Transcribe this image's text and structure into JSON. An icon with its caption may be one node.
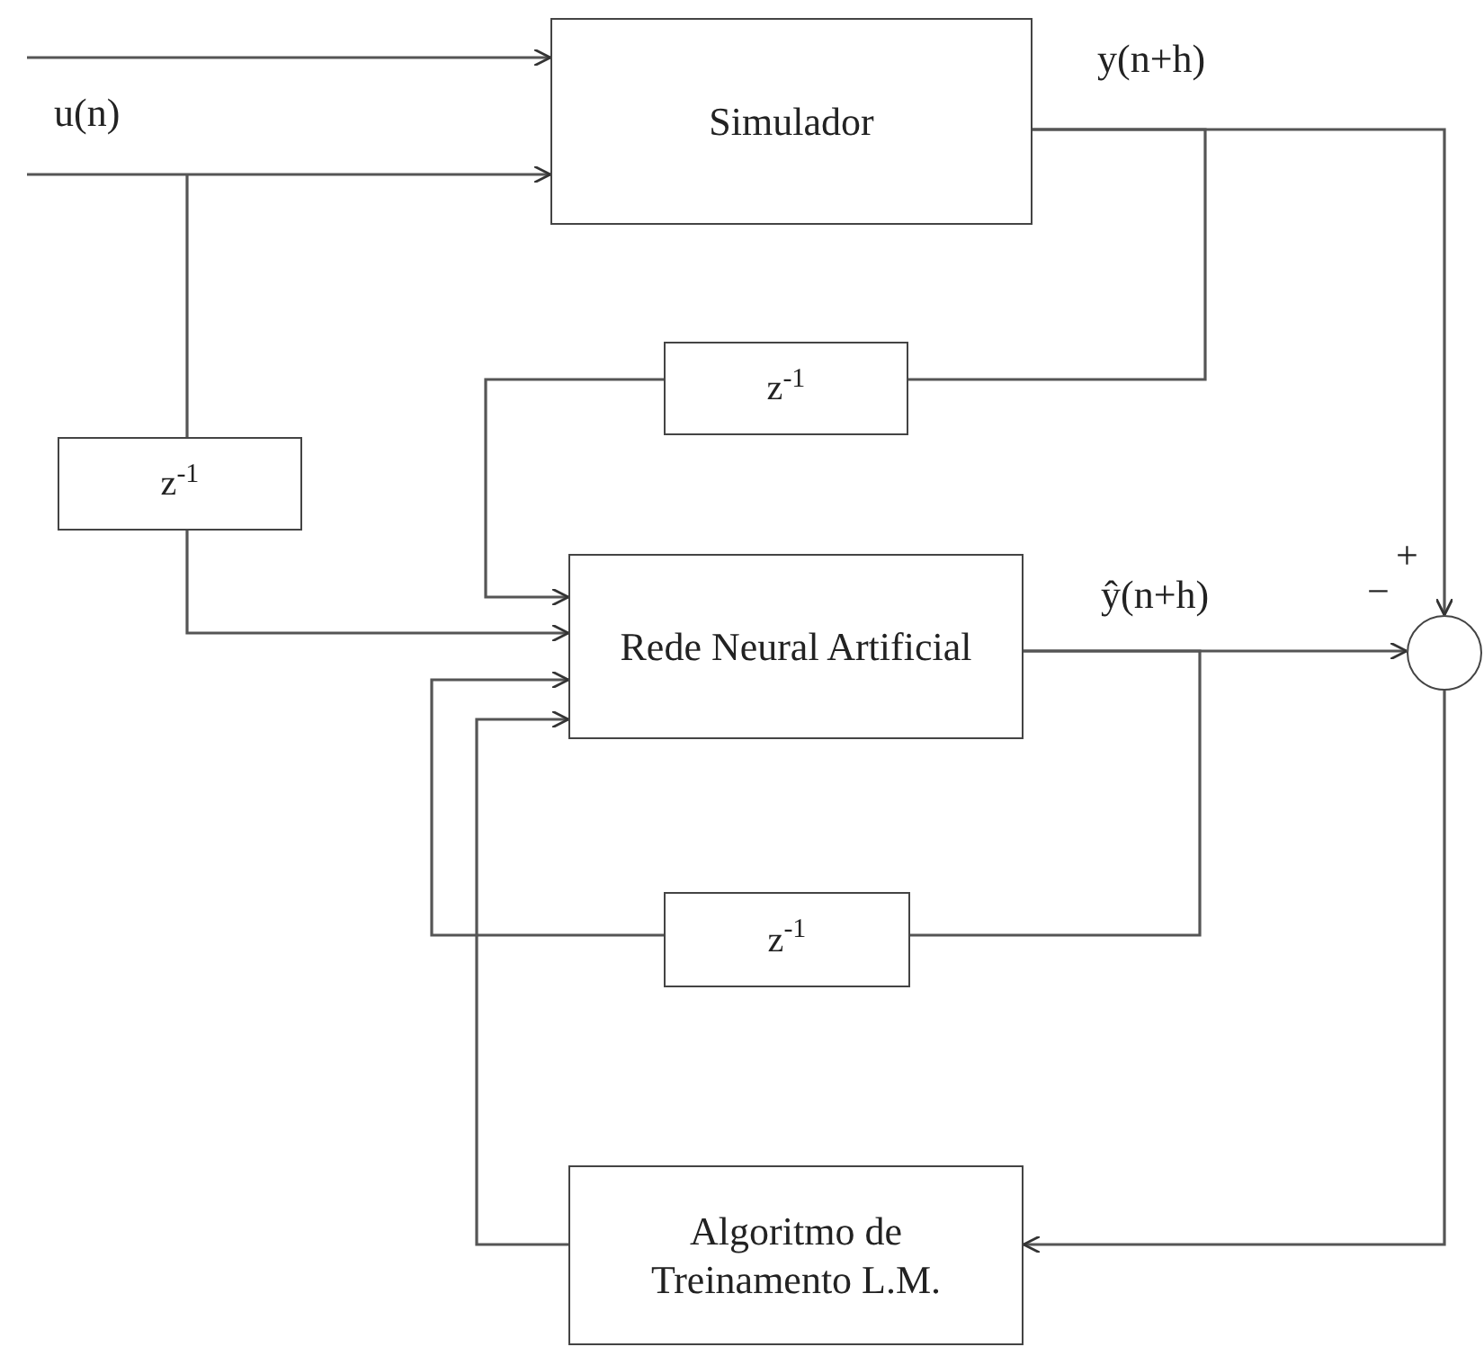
{
  "diagram": {
    "nodes": [
      {
        "text": [
          "Simulador"
        ]
      },
      {
        "text": [
          "z$^{-1}$"
        ]
      },
      {
        "text": [
          "z$^{-1}$"
        ]
      },
      {
        "text": [
          "Rede Neural Artificial"
        ]
      },
      {
        "text": [
          "z$^{-1}$"
        ]
      },
      {
        "text": [
          "Algoritmo de Treinamento L.M."
        ]
      },
      {
        "text": [],
        "shape": "circle"
      }
    ],
    "edges": [
      {
        "from": null,
        "to": 0,
        "arrow": "to"
      },
      {
        "from": null,
        "to": 0,
        "arrow": "to"
      },
      {
        "from": null,
        "to": 1,
        "arrow": "none"
      },
      {
        "from": 1,
        "to": 3,
        "arrow": "to"
      },
      {
        "from": 0,
        "to": 6,
        "arrow": "to"
      },
      {
        "from": 0,
        "to": 2,
        "arrow": "none"
      },
      {
        "from": 2,
        "to": 3,
        "arrow": "to"
      },
      {
        "from": 3,
        "to": 6,
        "arrow": "to"
      },
      {
        "from": 3,
        "to": 4,
        "arrow": "none"
      },
      {
        "from": 4,
        "to": 3,
        "arrow": "to"
      },
      {
        "from": 6,
        "to": 5,
        "arrow": "to"
      },
      {
        "from": 5,
        "to": 3,
        "arrow": "to"
      }
    ],
    "labels": [
      "u(n)",
      "y(n+h)",
      "ŷ(n+h)",
      "+",
      "−"
    ]
  }
}
